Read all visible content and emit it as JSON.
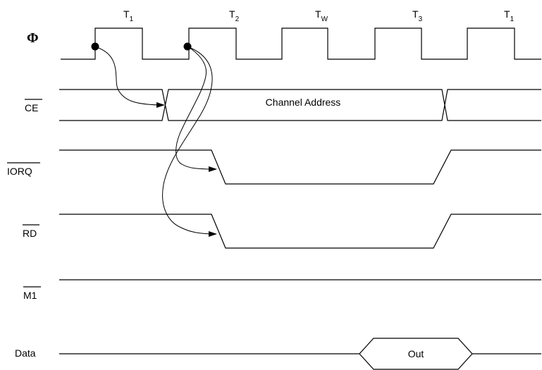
{
  "signals": {
    "clock": "Φ",
    "ce": "CE",
    "iorq": "IORQ",
    "rd": "RD",
    "m1": "M1",
    "data": "Data"
  },
  "periods": [
    {
      "base": "T",
      "sub": "1"
    },
    {
      "base": "T",
      "sub": "2"
    },
    {
      "base": "T",
      "sub": "W"
    },
    {
      "base": "T",
      "sub": "3"
    },
    {
      "base": "T",
      "sub": "1"
    }
  ],
  "bus_labels": {
    "channel_address": "Channel Address",
    "data_out": "Out"
  }
}
